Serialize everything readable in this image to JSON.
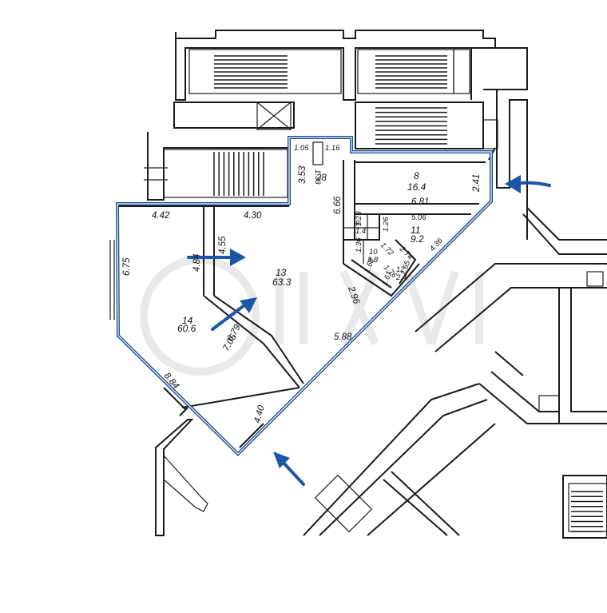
{
  "plan": {
    "accent_color": "#1c4f91",
    "arrow_color": "#1c56a6",
    "rooms": [
      {
        "id": "room-8",
        "number": "8",
        "area": "16.4"
      },
      {
        "id": "room-11",
        "number": "11",
        "area": "9.2"
      },
      {
        "id": "room-13",
        "number": "13",
        "area": "63.3"
      },
      {
        "id": "room-14",
        "number": "14",
        "area": "60.6"
      },
      {
        "id": "room-10",
        "number": "10",
        "area": "3.8"
      },
      {
        "id": "room-9",
        "number": "9",
        "area": "1.4"
      },
      {
        "id": "room-12",
        "number": "12",
        "area": "2.4"
      }
    ],
    "dimensions": [
      "4.42",
      "4.30",
      "6.75",
      "4.84",
      "4.55",
      "6.79",
      "7.05",
      "8.84",
      "4.40",
      "5.88",
      "2.96",
      "6.66",
      "3.53",
      "1.05",
      "1.16",
      "1.33",
      "28",
      "6.81",
      "2.41",
      "5.06",
      "4.36",
      "1.23",
      "1.26",
      "1.36",
      "1.72",
      "2.74",
      "1.76",
      "1.68",
      "1.65",
      "1.61"
    ],
    "entrance_icons": [
      "arrow-icon",
      "arrow-icon",
      "arrow-icon",
      "arrow-icon"
    ]
  }
}
